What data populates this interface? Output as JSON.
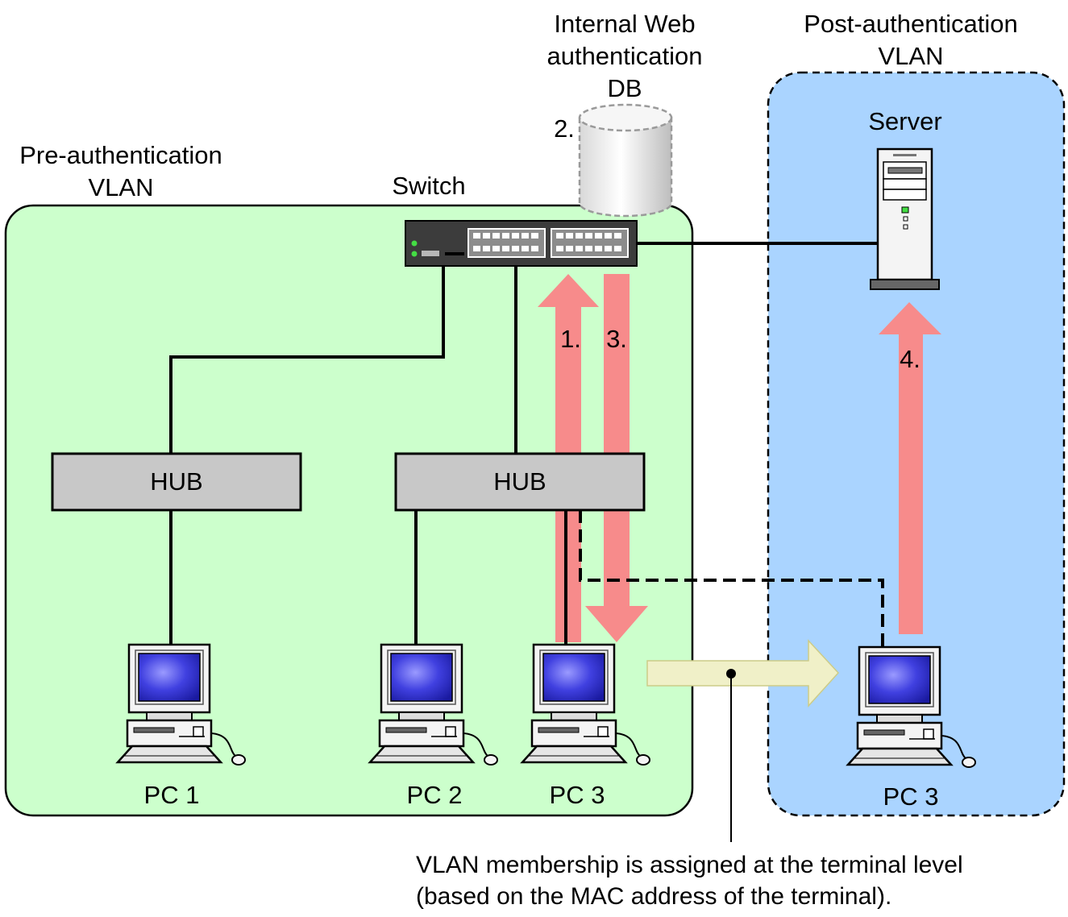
{
  "labels": {
    "db_line1": "Internal Web",
    "db_line2": "authentication",
    "db_line3": "DB",
    "post_vlan_line1": "Post-authentication",
    "post_vlan_line2": "VLAN",
    "pre_vlan_line1": "Pre-authentication",
    "pre_vlan_line2": "VLAN",
    "switch": "Switch",
    "server": "Server",
    "hub_left": "HUB",
    "hub_right": "HUB",
    "pc1": "PC 1",
    "pc2": "PC 2",
    "pc3": "PC 3",
    "pc3_post": "PC 3",
    "step1": "1.",
    "step2": "2.",
    "step3": "3.",
    "step4": "4.",
    "note_line1": "VLAN membership is assigned at the terminal level",
    "note_line2": "(based on the MAC address of the terminal)."
  },
  "colors": {
    "pre_vlan_fill": "#ccffcc",
    "post_vlan_fill": "#aad4ff",
    "arrow_pink": "#f78b8b",
    "move_arrow_fill": "#f0f0c8",
    "hub_fill": "#c8c8c8",
    "switch_body": "#3c3c3c",
    "monitor_screen": "#3838d0"
  },
  "icons": {
    "database": "database-icon",
    "switch": "network-switch-icon",
    "server": "server-tower-icon",
    "pc": "desktop-computer-icon"
  }
}
